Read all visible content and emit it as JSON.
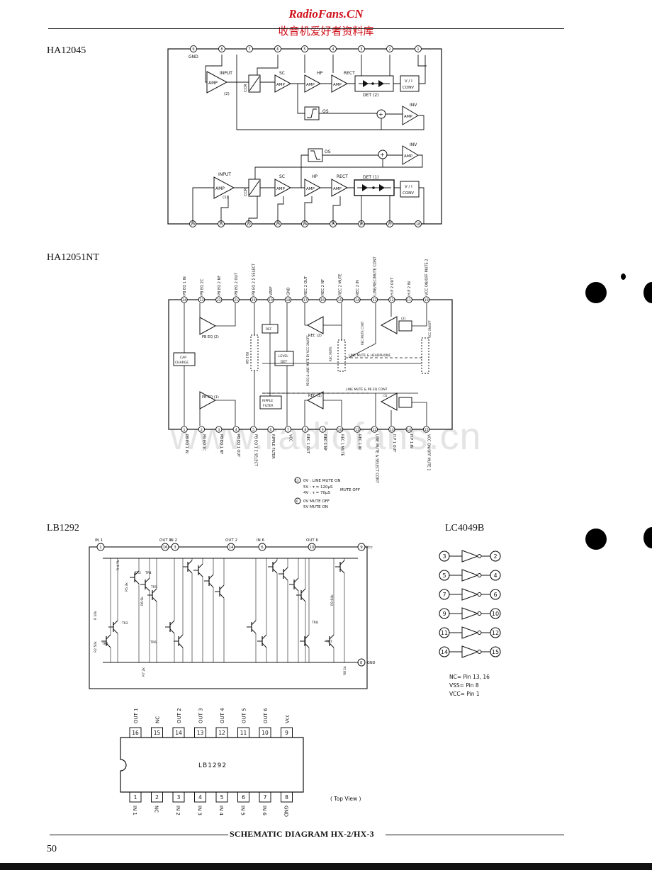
{
  "header": {
    "site": "RadioFans.CN",
    "site_cn": "收音机爱好者资料库"
  },
  "watermark": "www.radiofans.cn",
  "sections": {
    "ha12045": {
      "label": "HA12045",
      "top_pins": [
        "9",
        "8",
        "7",
        "6",
        "5",
        "4",
        "3",
        "2",
        "1"
      ],
      "gnd": "GND",
      "bottom_pins": [
        "10",
        "11",
        "12",
        "13",
        "14",
        "15",
        "16",
        "17",
        "18"
      ],
      "ch2": {
        "input": "INPUT",
        "amp": "AMP",
        "sub": "(2)",
        "ccr": "CCR",
        "sc": "SC",
        "hp": "HP",
        "rect": "RECT",
        "det": "DET (2)",
        "vi": "V / I",
        "conv": "CONV",
        "os": "OS",
        "inv": "INV"
      },
      "ch1": {
        "input": "INPUT",
        "amp": "AMP",
        "sub": "(1)",
        "ccr": "CCR",
        "sc": "SC",
        "hp": "HP",
        "rect": "RECT",
        "det": "DET (1)",
        "vi": "V / I",
        "conv": "CONV",
        "os": "OS",
        "inv": "INV"
      }
    },
    "ha12051nt": {
      "label": "HA12051NT",
      "top_labels": [
        "PB EQ 1 IN",
        "PB EQ 2C",
        "PB EQ 2 NF",
        "PB EQ 2 OUT",
        "PB EQ 2 Σ SELECT",
        "VREF",
        "GND",
        "REC 2 OUT",
        "REC 2 NF",
        "REC 2 MUTE",
        "REC 2 IN",
        "LINE/REC/MUTE CONT",
        "H.P 2 OUT",
        "H.P 2 IN",
        "VCC ON/OFF MUTE 2"
      ],
      "top_pins": [
        "24",
        "23",
        "22",
        "21",
        "20",
        "19",
        "18",
        "17",
        "16",
        "15",
        "14",
        "13",
        "12",
        "11",
        "10"
      ],
      "bottom_labels": [
        "PB EQ 1 IN",
        "PB EQ 1C",
        "PB EQ 1 NF",
        "PB EQ 1 OUT",
        "PB EQ 1 Σ SELECT",
        "RIPPLE FILTER",
        "VCC",
        "REC 1 OUT",
        "REC 1 NF",
        "REC 1 MUTE",
        "REC 1 IN",
        "LINE MUTE & SELECT CONT",
        "H.P 1 OUT",
        "H.P 1 IN",
        "VCC ON/OFF MUTE 1"
      ],
      "bottom_pins": [
        "1",
        "2",
        "3",
        "4",
        "5",
        "6",
        "7",
        "8",
        "9",
        "10",
        "11",
        "12",
        "13",
        "14",
        "15"
      ],
      "blocks": {
        "pbeq2": "PB EQ (2)",
        "pbeq1": "PB EQ (1)",
        "cap": "CAP",
        "charge": "CHARGE",
        "ref": "REF",
        "level": "LEVEL",
        "det": "DET",
        "ripple": "RIPPLE",
        "filter": "FILTER",
        "rec2": "REC (2)",
        "rec1": "REC (1)",
        "amp2": "(2)",
        "amp1": "(1)",
        "pbsw": "PB Σ SW",
        "line_hp": "LINE MUTE & HEADPHONE",
        "line_pb": "LINE MUTE & PB EQ CONT",
        "rec_mute": "REC MUTE",
        "mute_cont": "REC MUTE CONT",
        "vcc_onoff": "VCC ON/OFF",
        "pbeq_note": "PB EQ & LINE MUTE BY VCC ON/OFF"
      },
      "notes": {
        "pin13": "13",
        "l1": "0V : LINE MUTE ON",
        "l2": "5V : τ = 120μS",
        "l3": "4V : τ = 70μS",
        "mute_off": "MUTE OFF",
        "pin6": "6",
        "l4": "0V  MUTE OFF",
        "l5": "5V  MUTE ON"
      }
    },
    "lb1292": {
      "label": "LB1292",
      "top_labels": [
        "IN 1",
        "OUT 1",
        "IN 2",
        "OUT 2",
        "IN 6",
        "OUT 6",
        "Vcc"
      ],
      "top_pins": [
        "1",
        "16",
        "3",
        "14",
        "6",
        "10",
        "9"
      ],
      "gnd_pin": "8",
      "gnd": "GND",
      "components": [
        "R 4.7k",
        "TR3",
        "TR4",
        "R5.3k",
        "TR5",
        "R6.9k",
        "R 10k",
        "TR2",
        "TR1",
        "R2 50k",
        "TR6",
        "R7 2k",
        "TR8",
        "TR7",
        "R9 64k",
        "R8 1k"
      ],
      "package": {
        "name": "LB1292",
        "view": "( Top View )",
        "top_pins": [
          "16",
          "15",
          "14",
          "13",
          "12",
          "11",
          "10",
          "9"
        ],
        "top_names": [
          "OUT 1",
          "NC",
          "OUT 2",
          "OUT 3",
          "OUT 4",
          "OUT 5",
          "OUT 6",
          "Vcc"
        ],
        "bottom_pins": [
          "1",
          "2",
          "3",
          "4",
          "5",
          "6",
          "7",
          "8"
        ],
        "bottom_names": [
          "IN 1",
          "NC",
          "IN 2",
          "IN 3",
          "IN 4",
          "IN 5",
          "IN 6",
          "GND"
        ]
      }
    },
    "lc4049b": {
      "label": "LC4049B",
      "inputs": [
        "3",
        "5",
        "7",
        "9",
        "11",
        "14"
      ],
      "outputs": [
        "2",
        "4",
        "6",
        "10",
        "12",
        "15"
      ],
      "notes": [
        "NC= Pin  13, 16",
        "VSS= Pin 8",
        "VCC= Pin 1"
      ]
    }
  },
  "footer": {
    "title": "SCHEMATIC DIAGRAM HX-2/HX-3",
    "page": "50"
  }
}
